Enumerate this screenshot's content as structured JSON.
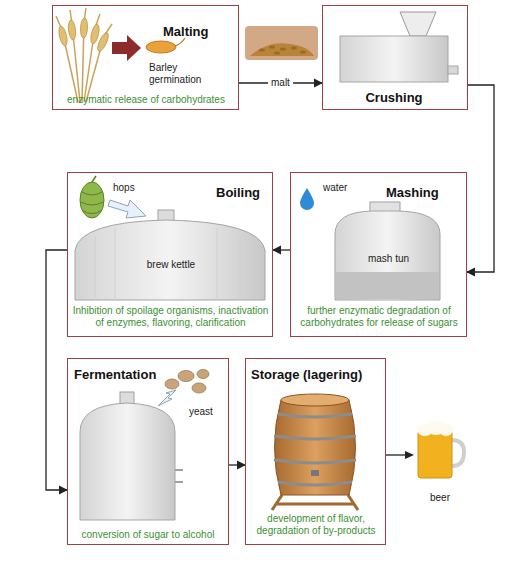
{
  "diagram": {
    "nodes": [
      {
        "text": [
          "Malting",
          "Barley germination",
          "enzymatic release of carbohydrates"
        ]
      },
      {
        "text": [
          "Crushing"
        ]
      },
      {
        "text": [
          "hops",
          "Boiling",
          "brew kettle",
          "Inhibition of spoilage organisms, inactivation of enzymes, flavoring, clarification"
        ]
      },
      {
        "text": [
          "water",
          "Mashing",
          "mash tun",
          "further enzymatic degradation of carbohydrates for release of sugars"
        ]
      },
      {
        "text": [
          "Fermentation",
          "yeast",
          "conversion of sugar to alcohol"
        ]
      },
      {
        "text": [
          "Storage (lagering)",
          "development of flavor, degradation of by-products"
        ]
      }
    ],
    "edges": [
      {
        "from": 0,
        "to": 1,
        "arrow": "to",
        "label": "malt"
      },
      {
        "from": 1,
        "to": 3,
        "arrow": "to"
      },
      {
        "from": 3,
        "to": 2,
        "arrow": "to"
      },
      {
        "from": 2,
        "to": 4,
        "arrow": "to"
      },
      {
        "from": 4,
        "to": 5,
        "arrow": "to"
      }
    ],
    "labels": [
      "beer"
    ]
  }
}
